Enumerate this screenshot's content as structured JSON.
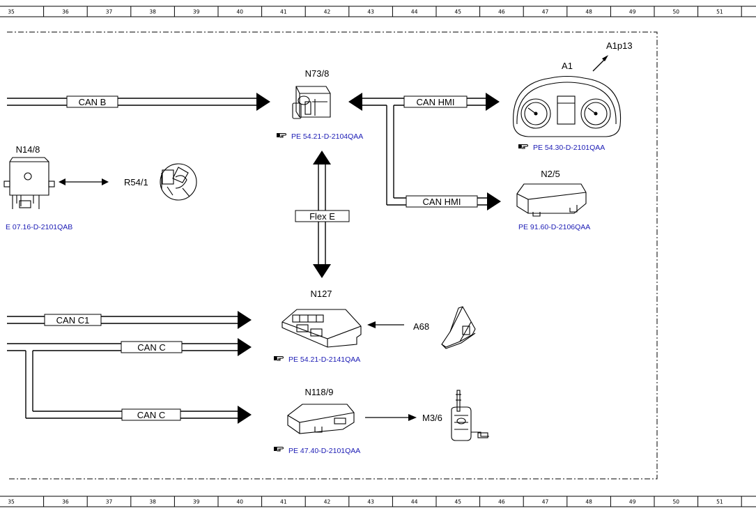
{
  "ruler": {
    "cells": [
      "35",
      "36",
      "37",
      "38",
      "39",
      "40",
      "41",
      "42",
      "43",
      "44",
      "45",
      "46",
      "47",
      "48",
      "49",
      "50",
      "51"
    ]
  },
  "components": {
    "n73_8": {
      "label": "N73/8",
      "ref": "PE 54.21-D-2104QAA"
    },
    "a1": {
      "label": "A1",
      "ref": "PE 54.30-D-2101QAA"
    },
    "a1p13": {
      "label": "A1p13"
    },
    "n2_5": {
      "label": "N2/5",
      "ref": "PE 91.60-D-2106QAA"
    },
    "n14_8": {
      "label": "N14/8",
      "ref": "E 07.16-D-2101QAB"
    },
    "r54_1": {
      "label": "R54/1"
    },
    "n127": {
      "label": "N127",
      "ref": "PE 54.21-D-2141QAA"
    },
    "a68": {
      "label": "A68"
    },
    "n118_9": {
      "label": "N118/9",
      "ref": "PE 47.40-D-2101QAA"
    },
    "m3_6": {
      "label": "M3/6"
    }
  },
  "buses": {
    "can_b": "CAN B",
    "can_hmi_top": "CAN HMI",
    "can_hmi_bottom": "CAN HMI",
    "flex_e": "Flex E",
    "can_c1": "CAN C1",
    "can_c_upper": "CAN C",
    "can_c_lower": "CAN C"
  },
  "icons": {
    "reference": "pointing-hand-icon"
  }
}
